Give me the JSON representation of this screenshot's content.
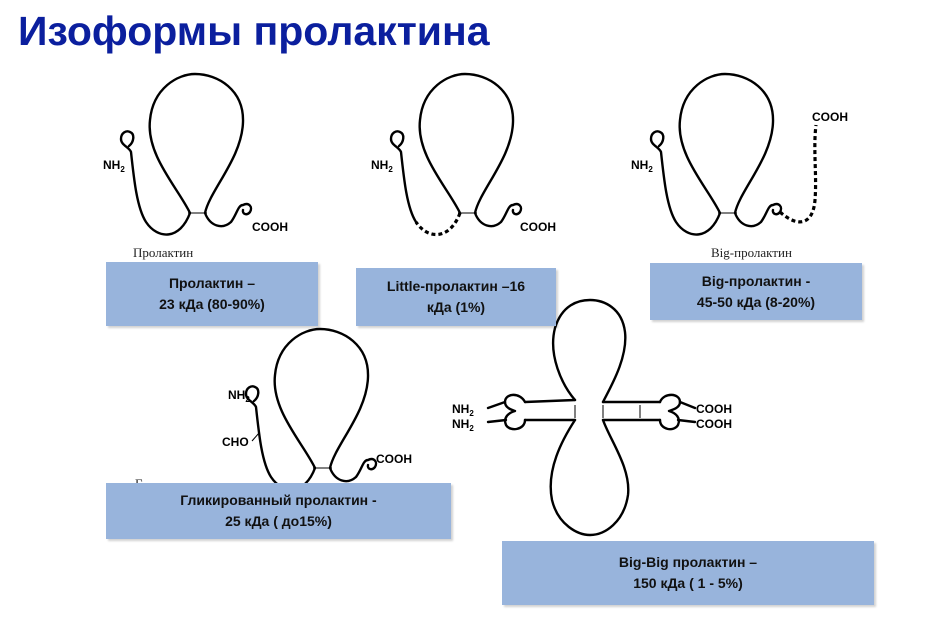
{
  "title": "Изоформы пролактина",
  "labels": {
    "nh2": "NH",
    "nh2_sub": "2",
    "cooh": "COOH",
    "cho": "CHO"
  },
  "captions": {
    "prolactin": "Пролактин",
    "big_prolactin": "Big-пролактин",
    "glycosylated_partial": "Г"
  },
  "boxes": {
    "prolactin": "Пролактин –\n23 кДа (80-90%)",
    "little": "Little-пролактин –16\nкДа (1%)",
    "big": "Big-пролактин -\n45-50 кДа (8-20%)",
    "glycosylated": "Гликированный пролактин -\n25 кДа ( до15%)",
    "bigbig": "Big-Big пролактин –\n150 кДа ( 1 - 5%)"
  }
}
